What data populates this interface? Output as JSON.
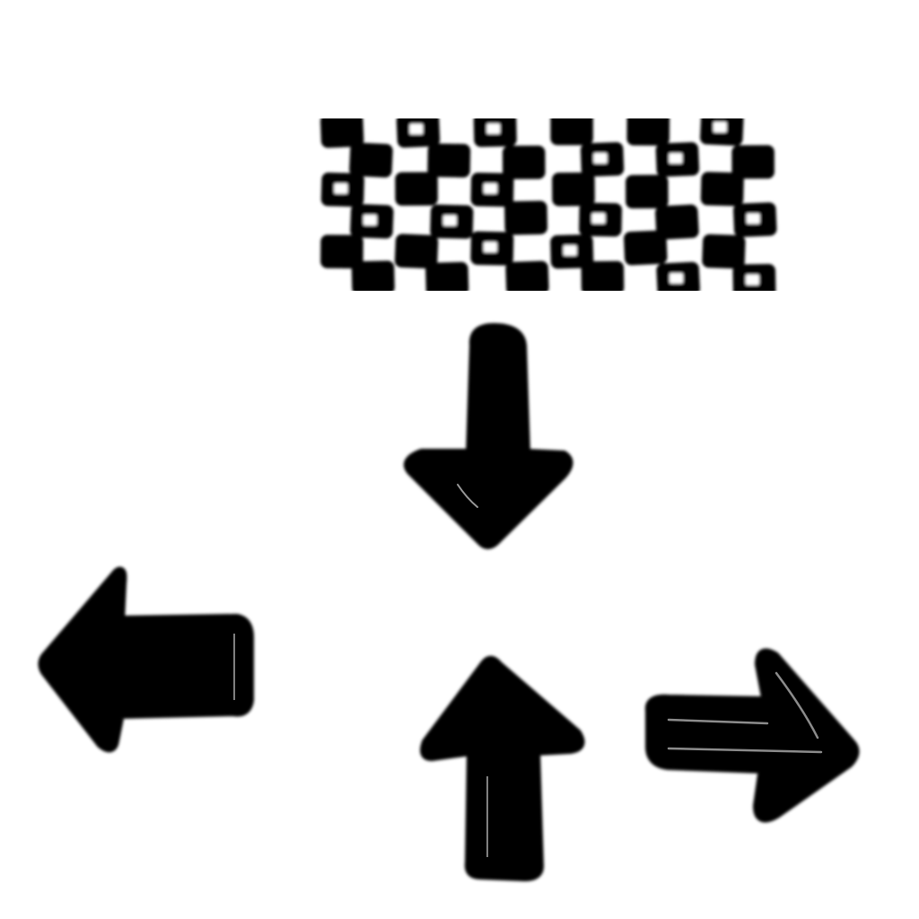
{
  "scene": {
    "background_color": "#ffffff",
    "ink_color": "#000000"
  },
  "finish_flag": {
    "icon": "checkered-flag-icon",
    "rows": 6,
    "columns": 12
  },
  "controls": [
    {
      "direction": "down",
      "icon": "arrow-down-icon"
    },
    {
      "direction": "left",
      "icon": "arrow-left-icon"
    },
    {
      "direction": "up",
      "icon": "arrow-up-icon"
    },
    {
      "direction": "right",
      "icon": "arrow-right-icon"
    }
  ]
}
